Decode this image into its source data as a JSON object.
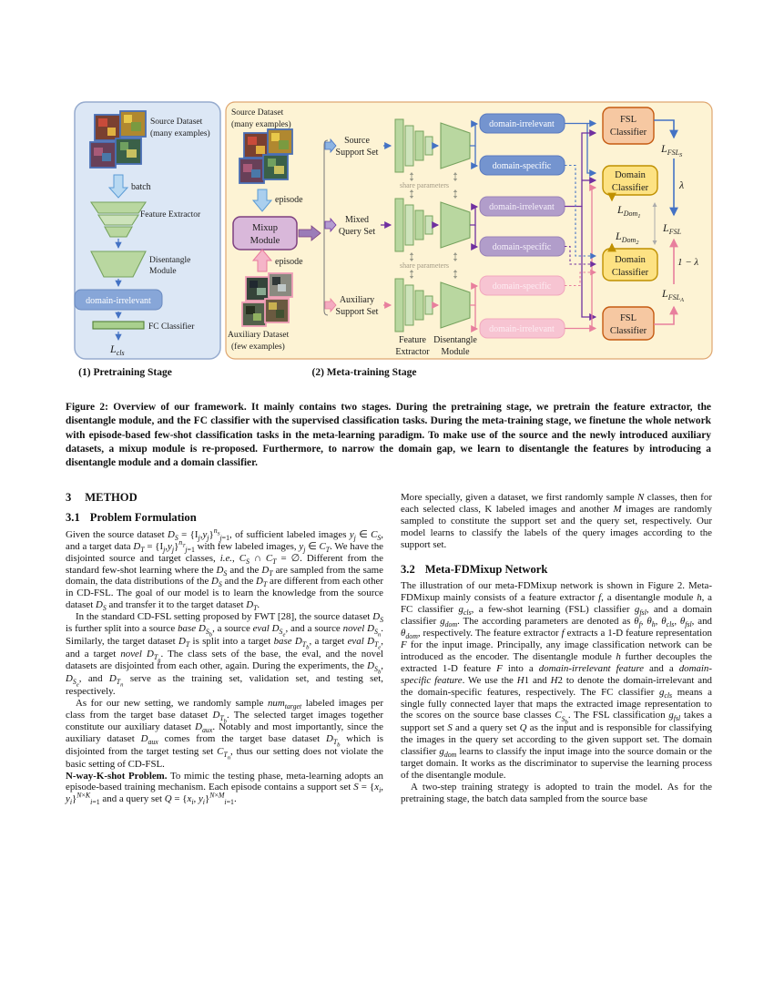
{
  "colors": {
    "source_branch_blue": "#4472c4",
    "mixed_branch_purple": "#7030a0",
    "auxiliary_branch_pink": "#e87f9d",
    "domain_loss_yellow": "#bf9000",
    "fsl_classifier_fill": "#f6c8a2",
    "domain_classifier_fill": "#fde283",
    "pretrain_panel_fill": "#dce7f5",
    "meta_panel_fill": "#fdf3d4",
    "module_green": "#b9d7a0"
  },
  "figure": {
    "stage1": {
      "caption": "(1) Pretraining Stage",
      "source_dataset_line1": "Source Dataset",
      "source_dataset_line2": "(many examples)",
      "batch_label": "batch",
      "feature_extractor_label": "Feature Extractor",
      "disentangle_line1": "Disentangle",
      "disentangle_line2": "Module",
      "domain_irrelevant_label": "domain-irrelevant",
      "fc_classifier_label": "FC Classifier",
      "loss_cls": {
        "main": "L",
        "sub": "cls"
      }
    },
    "stage2": {
      "caption": "(2) Meta-training Stage",
      "source_dataset_line1": "Source Dataset",
      "source_dataset_line2": "(many examples)",
      "episode_top_label": "episode",
      "mixup_line1": "Mixup",
      "mixup_line2": "Module",
      "episode_bottom_label": "episode",
      "aux_dataset_line1": "Auxiliary Dataset",
      "aux_dataset_line2": "(few examples)",
      "branch1_line1": "Source",
      "branch1_line2": "Support Set",
      "branch2_line1": "Mixed",
      "branch2_line2": "Query Set",
      "branch3_line1": "Auxiliary",
      "branch3_line2": "Support Set",
      "share_parameters_1": "share parameters",
      "share_parameters_2": "share parameters",
      "feature_extractor_line1": "Feature",
      "feature_extractor_line2": "Extractor",
      "disentangle_line1": "Disentangle",
      "disentangle_line2": "Module",
      "box_src_irrelevant": "domain-irrelevant",
      "box_src_specific": "domain-specific",
      "box_mix_irrelevant": "domain-irrelevant",
      "box_mix_specific": "domain-specific",
      "box_aux_specific": "domain-specific",
      "box_aux_irrelevant": "domain-irrelevant",
      "fsl1_line1": "FSL",
      "fsl1_line2": "Classifier",
      "dom1_line1": "Domain",
      "dom1_line2": "Classifier",
      "dom2_line1": "Domain",
      "dom2_line2": "Classifier",
      "fsl2_line1": "FSL",
      "fsl2_line2": "Classifier",
      "loss_fsl_s": {
        "main": "L",
        "sub": "FSL",
        "subsub": "S"
      },
      "loss_dom_1": {
        "main": "L",
        "sub": "Dom",
        "subsub": "1"
      },
      "loss_dom_2": {
        "main": "L",
        "sub": "Dom",
        "subsub": "2"
      },
      "loss_fsl": {
        "main": "L",
        "sub": "FSL",
        "subsub": ""
      },
      "loss_fsl_a": {
        "main": "L",
        "sub": "FSL",
        "subsub": "A"
      },
      "lambda_label": "λ",
      "one_minus_lambda_label": "1 − λ"
    }
  },
  "caption": {
    "text": "Figure 2: Overview of our framework. It mainly contains two stages. During the pretraining stage, we pretrain the feature extractor, the disentangle module, and the FC classifier with the supervised classification tasks. During the meta-training stage, we finetune the whole network with episode-based few-shot classification tasks in the meta-learning paradigm. To make use of the source and the newly introduced auxiliary datasets, a mixup module is re-proposed. Furthermore, to narrow the domain gap, we learn to disentangle the features by introducing a disentangle module and a domain classifier."
  },
  "sections": {
    "method": {
      "number": "3",
      "title": "METHOD"
    },
    "problem": {
      "number": "3.1",
      "title": "Problem Formulation"
    },
    "network": {
      "number": "3.2",
      "title": "Meta-FDMixup Network"
    }
  },
  "left_column": {
    "p1": "Given the source dataset <i>D<sub>S</sub></i> = {I<sub><i>j</i></sub>,<i>y<sub>j</sub></i>}<sup><i>n<sub>S</sub></i></sup><sub><i>j</i>=1</sub>, of sufficient labeled images <i>y<sub>j</sub></i> ∈ <i>C<sub>S</sub></i>, and a target data <i>D<sub>T</sub></i> = {I<sub><i>j</i></sub>,<i>y<sub>j</sub></i>}<sup><i>n<sub>T</sub></i></sup><sub><i>j</i>=1</sub> with few labeled images, <i>y<sub>j</sub></i> ∈ <i>C<sub>T</sub></i>. We have the disjointed source and target classes, <i>i.e.</i>, <i>C<sub>S</sub></i> ∩ <i>C<sub>T</sub></i> = ∅. Different from the standard few-shot learning where the <i>D<sub>S</sub></i> and the <i>D<sub>T</sub></i> are sampled from the same domain, the data distributions of the <i>D<sub>S</sub></i> and the <i>D<sub>T</sub></i> are different from each other in CD-FSL. The goal of our model is to learn the knowledge from the source dataset <i>D<sub>S</sub></i> and transfer it to the target dataset <i>D<sub>T</sub></i>.",
    "p2": "In the standard CD-FSL setting proposed by FWT [28], the source dataset <i>D<sub>S</sub></i> is further split into a source <i>base</i> <i>D<sub>S<sub>b</sub></sub></i>, a source <i>eval</i> <i>D<sub>S<sub>e</sub></sub></i>, and a source <i>novel</i> <i>D<sub>S<sub>n</sub></sub></i>. Similarly, the target dataset <i>D<sub>T</sub></i> is split into a target <i>base</i> <i>D<sub>T<sub>b</sub></sub></i>, a target <i>eval</i> <i>D<sub>T<sub>e</sub></sub></i>, and a target <i>novel</i> <i>D<sub>T<sub>n</sub></sub></i>. The class sets of the base, the eval, and the novel datasets are disjointed from each other, again. During the experiments, the <i>D<sub>S<sub>b</sub></sub></i>, <i>D<sub>S<sub>e</sub></sub></i>, and <i>D<sub>T<sub>n</sub></sub></i> serve as the training set, validation set, and testing set, respectively.",
    "p3": "As for our new setting, we randomly sample <i>num<sub>target</sub></i> labeled images per class from the target base dataset <i>D<sub>T<sub>b</sub></sub></i>. The selected target images together constitute our auxiliary dataset <i>D<sub>aux</sub></i>. Notably and most importantly, since the auxiliary dataset <i>D<sub>aux</sub></i> comes from the target base dataset <i>D<sub>T<sub>b</sub></sub></i> which is disjointed from the target testing set <i>C<sub>T<sub>n</sub></sub></i>, thus our setting does not violate the basic setting of CD-FSL.",
    "p4": "<b>N-way-K-shot Problem.</b> To mimic the testing phase, meta-learning adopts an episode-based training mechanism. Each episode contains a support set <i>S</i> = {<i>x<sub>i</sub></i>, <i>y<sub>i</sub></i>}<sup><i>N</i>×<i>K</i></sup><sub><i>i</i>=1</sub> and a query set <i>Q</i> = {<i>x<sub>i</sub></i>, <i>y<sub>i</sub></i>}<sup><i>N</i>×<i>M</i></sup><sub><i>i</i>=1</sub>."
  },
  "right_column": {
    "p1": "More specially, given a dataset, we first randomly sample <i>N</i> classes, then for each selected class, K labeled images and another <i>M</i> images are randomly sampled to constitute the support set and the query set, respectively. Our model learns to classify the labels of the query images according to the support set.",
    "p2": "The illustration of our meta-FDMixup network is shown in Figure 2. Meta-FDMixup mainly consists of a feature extractor <i>f</i>, a disentangle module <i>h</i>, a FC classifier <i>g<sub>cls</sub></i>, a few-shot learning (FSL) classifier <i>g<sub>fsl</sub></i>, and a domain classifier <i>g<sub>dom</sub></i>. The according parameters are denoted as <i>θ<sub>f</sub></i>, <i>θ<sub>h</sub></i>, <i>θ<sub>cls</sub></i>, <i>θ<sub>fsl</sub></i>, and <i>θ<sub>dom</sub></i>, respectively. The feature extractor <i>f</i> extracts a 1-D feature representation <i>F</i> for the input image. Principally, any image classification network can be introduced as the encoder. The disentangle module <i>h</i> further decouples the extracted 1-D feature <i>F</i> into a <i>domain-irrelevant feature</i> and a <i>domain-specific feature</i>. We use the <i>H</i>1 and <i>H</i>2 to denote the domain-irrelevant and the domain-specific features, respectively. The FC classifier <i>g<sub>cls</sub></i> means a single fully connected layer that maps the extracted image representation to the scores on the source base classes <i>C<sub>S<sub>b</sub></sub></i>. The FSL classification <i>g<sub>fsl</sub></i> takes a support set <i>S</i> and a query set <i>Q</i> as the input and is responsible for classifying the images in the query set according to the given support set. The domain classifier <i>g<sub>dom</sub></i> learns to classify the input image into the source domain or the target domain. It works as the discriminator to supervise the learning process of the disentangle module.",
    "p3": "A two-step training strategy is adopted to train the model. As for the pretraining stage, the batch data sampled from the source base"
  }
}
